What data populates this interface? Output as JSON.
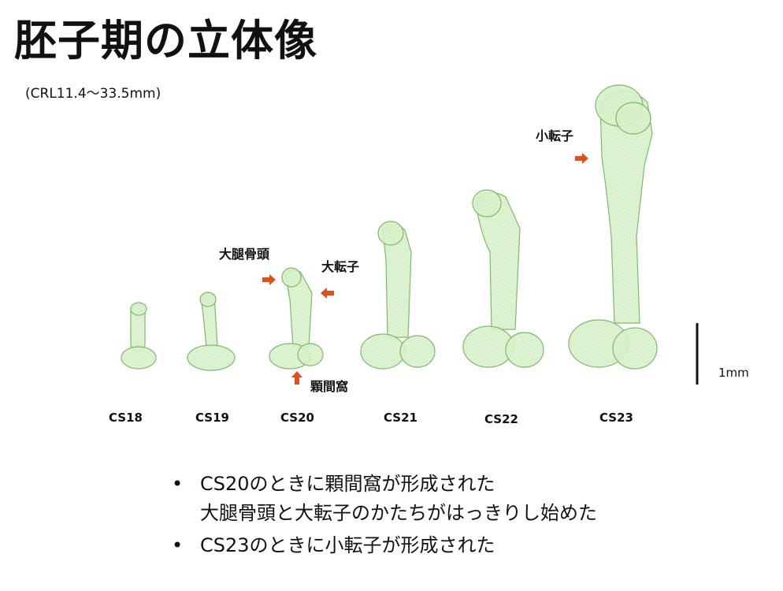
{
  "title": "胚子期の立体像",
  "subtitle": "(CRL11.4〜33.5mm)",
  "stages": [
    "CS18",
    "CS19",
    "CS20",
    "CS21",
    "CS22",
    "CS23"
  ],
  "annotations": {
    "femoral_head": "大腿骨頭",
    "greater_trochanter": "大転子",
    "intercondylar_fossa": "顆間窩",
    "lesser_trochanter": "小転子"
  },
  "scale_bar": "1mm",
  "bullets": [
    [
      "CS20のときに顆間窩が形成された",
      "大腿骨頭と大転子のかたちがはっきりし始めた"
    ],
    [
      "CS23のときに小転子が形成された"
    ]
  ],
  "colors": {
    "bone_fill": "#d9f2cc",
    "bone_stroke": "#7fb86e",
    "arrow": "#e0501e"
  }
}
